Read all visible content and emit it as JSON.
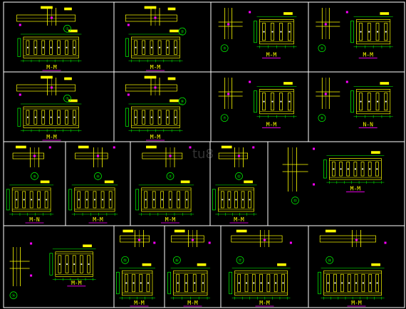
{
  "window": {
    "title": ""
  },
  "watermark": {
    "text": "tu8"
  },
  "colors": {
    "background": "#000000",
    "border": "#ffffff",
    "steel": "#ffff00",
    "dimension": "#00ff00",
    "weld_dot": "#ff00ff",
    "bolt": "#ffffff",
    "caption": "#ffff00",
    "caption_underline": "#ff00ff"
  },
  "sheet": {
    "rows": [
      {
        "cells": [
          {
            "caption": "M-M",
            "marker": "①"
          },
          {
            "caption": "M-M",
            "marker": "②"
          },
          {
            "caption": "M-M",
            "marker": "③"
          },
          {
            "caption": "M-M",
            "marker": "④"
          }
        ]
      },
      {
        "cells": [
          {
            "caption": "M-M",
            "marker": "⑤"
          },
          {
            "caption": "M-M",
            "marker": "⑥"
          },
          {
            "caption": "M-M",
            "marker": "⑦"
          },
          {
            "caption": "N-N",
            "marker": "⑧"
          }
        ]
      },
      {
        "cells": [
          {
            "caption": "M-N",
            "marker": "⑨"
          },
          {
            "caption": "M-M",
            "marker": "⑩"
          },
          {
            "caption": "M-M",
            "marker": "⑪"
          },
          {
            "caption": "M-M",
            "marker": "⑫"
          },
          {
            "caption": "M-M",
            "marker": "⑬"
          }
        ]
      },
      {
        "cells": [
          {
            "caption": "M-M",
            "marker": "⑭"
          },
          {
            "caption": "M-M",
            "marker": "⑮"
          },
          {
            "caption": "M-M",
            "marker": "⑯"
          },
          {
            "caption": "M-M",
            "marker": "⑰"
          },
          {
            "caption": "M-M",
            "marker": "⑱"
          }
        ]
      }
    ]
  }
}
